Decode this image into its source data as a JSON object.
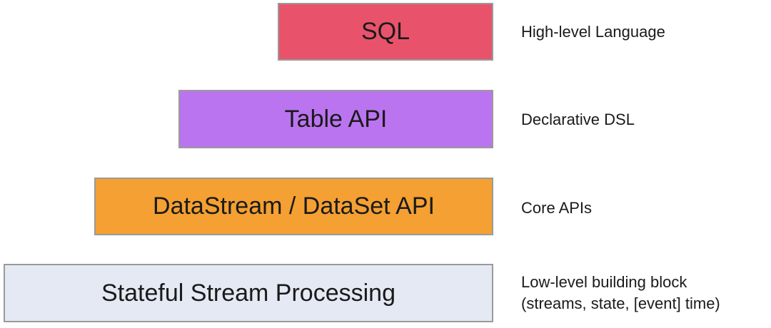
{
  "layers": [
    {
      "label": "SQL",
      "description": [
        "High-level Language"
      ],
      "color": "#e8536b"
    },
    {
      "label": "Table API",
      "description": [
        "Declarative DSL"
      ],
      "color": "#bb74f0"
    },
    {
      "label": "DataStream / DataSet API",
      "description": [
        "Core APIs"
      ],
      "color": "#f4a032"
    },
    {
      "label": "Stateful Stream Processing",
      "description": [
        "Low-level building block",
        "(streams, state, [event] time)"
      ],
      "color": "#e4e9f3"
    }
  ]
}
